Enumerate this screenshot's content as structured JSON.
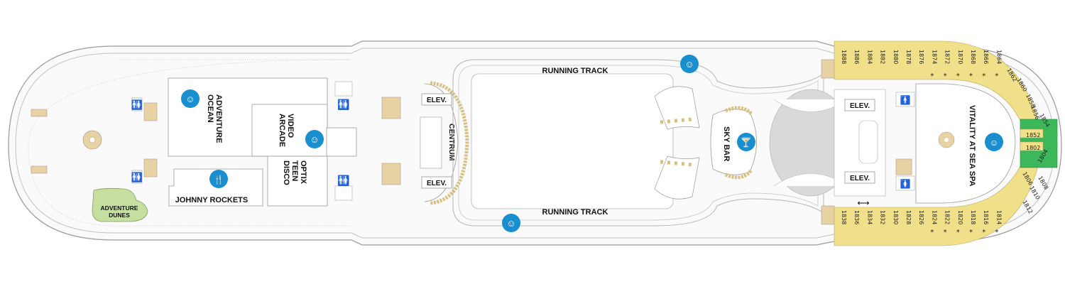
{
  "deck": {
    "labels": {
      "running_track_top": "RUNNING TRACK",
      "running_track_bottom": "RUNNING TRACK",
      "adventure_ocean": [
        "ADVENTURE",
        "OCEAN"
      ],
      "video_arcade": [
        "VIDEO",
        "ARCADE"
      ],
      "optix_teen_disco": [
        "OPTIX",
        "TEEN",
        "DISCO"
      ],
      "johnny_rockets": "JOHNNY ROCKETS",
      "adventure_dunes": [
        "ADVENTURE",
        "DUNES"
      ],
      "centrum": "CENTRUM",
      "elev_centrum_top": "ELEV.",
      "elev_centrum_bottom": "ELEV.",
      "sky_bar": "SKY BAR",
      "elev_aft_top": "ELEV.",
      "elev_aft_bottom": "ELEV.",
      "vitality_spa": "VITALITY AT SEA SPA"
    },
    "cabins_top": [
      "1888",
      "1886",
      "1884",
      "1882",
      "1880",
      "1878",
      "1876",
      "1874",
      "1872",
      "1870",
      "1868",
      "1866",
      "1864"
    ],
    "cabins_top_starred": [
      "1874",
      "1872",
      "1870",
      "1868",
      "1866",
      "1864"
    ],
    "cabins_bottom": [
      "1838",
      "1836",
      "1834",
      "1832",
      "1830",
      "1828",
      "1826",
      "1824",
      "1822",
      "1820",
      "1818",
      "1816",
      "1814"
    ],
    "cabins_bottom_starred": [
      "1824",
      "1822",
      "1820",
      "1818",
      "1816",
      "1814"
    ],
    "cabins_curve_top": [
      "1862",
      "1860",
      "1858",
      "1856"
    ],
    "cabins_curve_bottom": [
      "1808",
      "1810",
      "1812"
    ],
    "suites_green": [
      "1854",
      "1852",
      "1802",
      "1804",
      "1806"
    ],
    "colors": {
      "cabin_yellow": "#f0e08a",
      "suite_green": "#3cb85a",
      "dunes_green": "#c6dea0",
      "icon_blue": "#1a8fd0",
      "stair_tan": "#e6d2a2",
      "atrium_gray": "#d9d9d9"
    },
    "icons": [
      "kids-club-icon",
      "arcade-icon",
      "dining-icon",
      "restroom-icon",
      "bar-icon",
      "spa-icon",
      "fitness-icon",
      "elevator-icon",
      "stairs-icon",
      "accessible-icon"
    ]
  }
}
